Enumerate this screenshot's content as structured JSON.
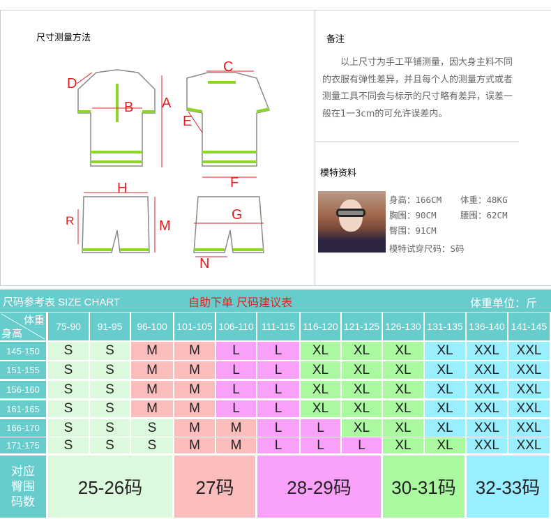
{
  "measure_title": "尺寸测量方法",
  "measure_labels": [
    "A",
    "B",
    "C",
    "D",
    "E",
    "F",
    "G",
    "H",
    "R",
    "M",
    "N"
  ],
  "note": {
    "title": "备注",
    "text": "以上尺寸为手工平铺测量，因大身主料不同的衣服有弹性差异，并且每个人的测量方式或者测量工具不同会与标示的尺寸略有差异，误差一般在1一3cm的可允许误差内。"
  },
  "model": {
    "title": "模特资料",
    "height": "身高：166CM",
    "weight": "体重：48KG",
    "bust": "胸围：90CM",
    "waist": "腰围：62CM",
    "hip": "臀围：91CM",
    "size": "模特试穿尺码：S码"
  },
  "chart": {
    "title": "尺码参考表  SIZE  CHART",
    "subtitle": "自助下单 尺码建议表",
    "unit": "体重单位：斤",
    "corner_weight": "体重",
    "corner_height": "身高",
    "weights": [
      "75-90",
      "91-95",
      "96-100",
      "101-105",
      "106-110",
      "111-115",
      "116-120",
      "121-125",
      "126-130",
      "131-135",
      "136-140",
      "141-145"
    ],
    "rows": [
      {
        "height": "145-150",
        "sizes": [
          "S",
          "S",
          "M",
          "M",
          "L",
          "L",
          "XL",
          "XL",
          "XL",
          "XL",
          "XXL",
          "XXL"
        ],
        "colors": [
          "lg",
          "lg",
          "pk",
          "pk",
          "mg",
          "mg",
          "gr",
          "gr",
          "gr",
          "cy",
          "cy",
          "cy"
        ]
      },
      {
        "height": "151-155",
        "sizes": [
          "S",
          "S",
          "M",
          "M",
          "L",
          "L",
          "XL",
          "XL",
          "XL",
          "XL",
          "XXL",
          "XXL"
        ],
        "colors": [
          "lg",
          "lg",
          "pk",
          "pk",
          "mg",
          "mg",
          "gr",
          "gr",
          "gr",
          "cy",
          "cy",
          "cy"
        ]
      },
      {
        "height": "156-160",
        "sizes": [
          "S",
          "S",
          "M",
          "M",
          "L",
          "L",
          "XL",
          "XL",
          "XL",
          "XL",
          "XXL",
          "XXL"
        ],
        "colors": [
          "lg",
          "lg",
          "pk",
          "pk",
          "mg",
          "mg",
          "gr",
          "gr",
          "gr",
          "cy",
          "cy",
          "cy"
        ]
      },
      {
        "height": "161-165",
        "sizes": [
          "S",
          "S",
          "M",
          "M",
          "L",
          "L",
          "XL",
          "XL",
          "XL",
          "XL",
          "XXL",
          "XXL"
        ],
        "colors": [
          "lg",
          "lg",
          "pk",
          "pk",
          "mg",
          "mg",
          "gr",
          "gr",
          "gr",
          "cy",
          "cy",
          "cy"
        ]
      },
      {
        "height": "166-170",
        "sizes": [
          "S",
          "S",
          "S",
          "M",
          "M",
          "L",
          "L",
          "XL",
          "XL",
          "XL",
          "XXL",
          "XXL"
        ],
        "colors": [
          "lg",
          "lg",
          "lg",
          "pk",
          "pk",
          "mg",
          "mg",
          "gr",
          "gr",
          "cy",
          "cy",
          "cy"
        ]
      },
      {
        "height": "171-175",
        "sizes": [
          "S",
          "S",
          "S",
          "M",
          "M",
          "L",
          "L",
          "L",
          "XL",
          "XL",
          "XXL",
          "XXL"
        ],
        "colors": [
          "lg",
          "lg",
          "lg",
          "pk",
          "pk",
          "mg",
          "mg",
          "mg",
          "gr",
          "gr",
          "cy",
          "cy"
        ]
      }
    ],
    "hip_label": "对应臀围码数",
    "hip_sizes": [
      {
        "label": "25-26码",
        "color": "lg"
      },
      {
        "label": "27码",
        "color": "pk"
      },
      {
        "label": "28-29码",
        "color": "mg"
      },
      {
        "label": "30-31码",
        "color": "gr"
      },
      {
        "label": "32-33码",
        "color": "cy"
      }
    ]
  }
}
